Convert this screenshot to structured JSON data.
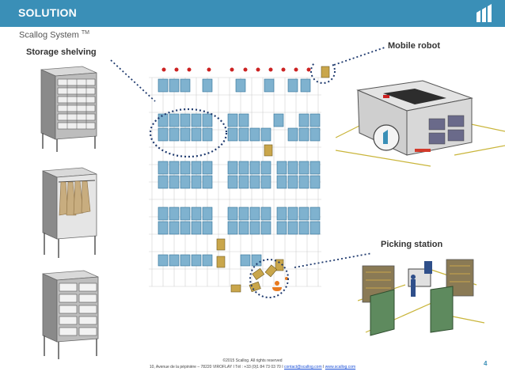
{
  "header": {
    "title": "SOLUTION",
    "accent_color": "#3a8fb7"
  },
  "subtitle": {
    "text": "Scallog System",
    "mark": "TM"
  },
  "labels": {
    "storage": "Storage shelving",
    "robot": "Mobile robot",
    "picking": "Picking station"
  },
  "footer": {
    "copyright": "©2015 Scallog. All rights reserved",
    "address": "10, Avenue de la pépinière – 78220 VIROFLAY  I  Tél : +33 (0)1 84 73 03 70 I ",
    "email": "contact@scallog.com",
    "separator": " I ",
    "website": "www.scallog.com"
  },
  "page_number": "4"
}
